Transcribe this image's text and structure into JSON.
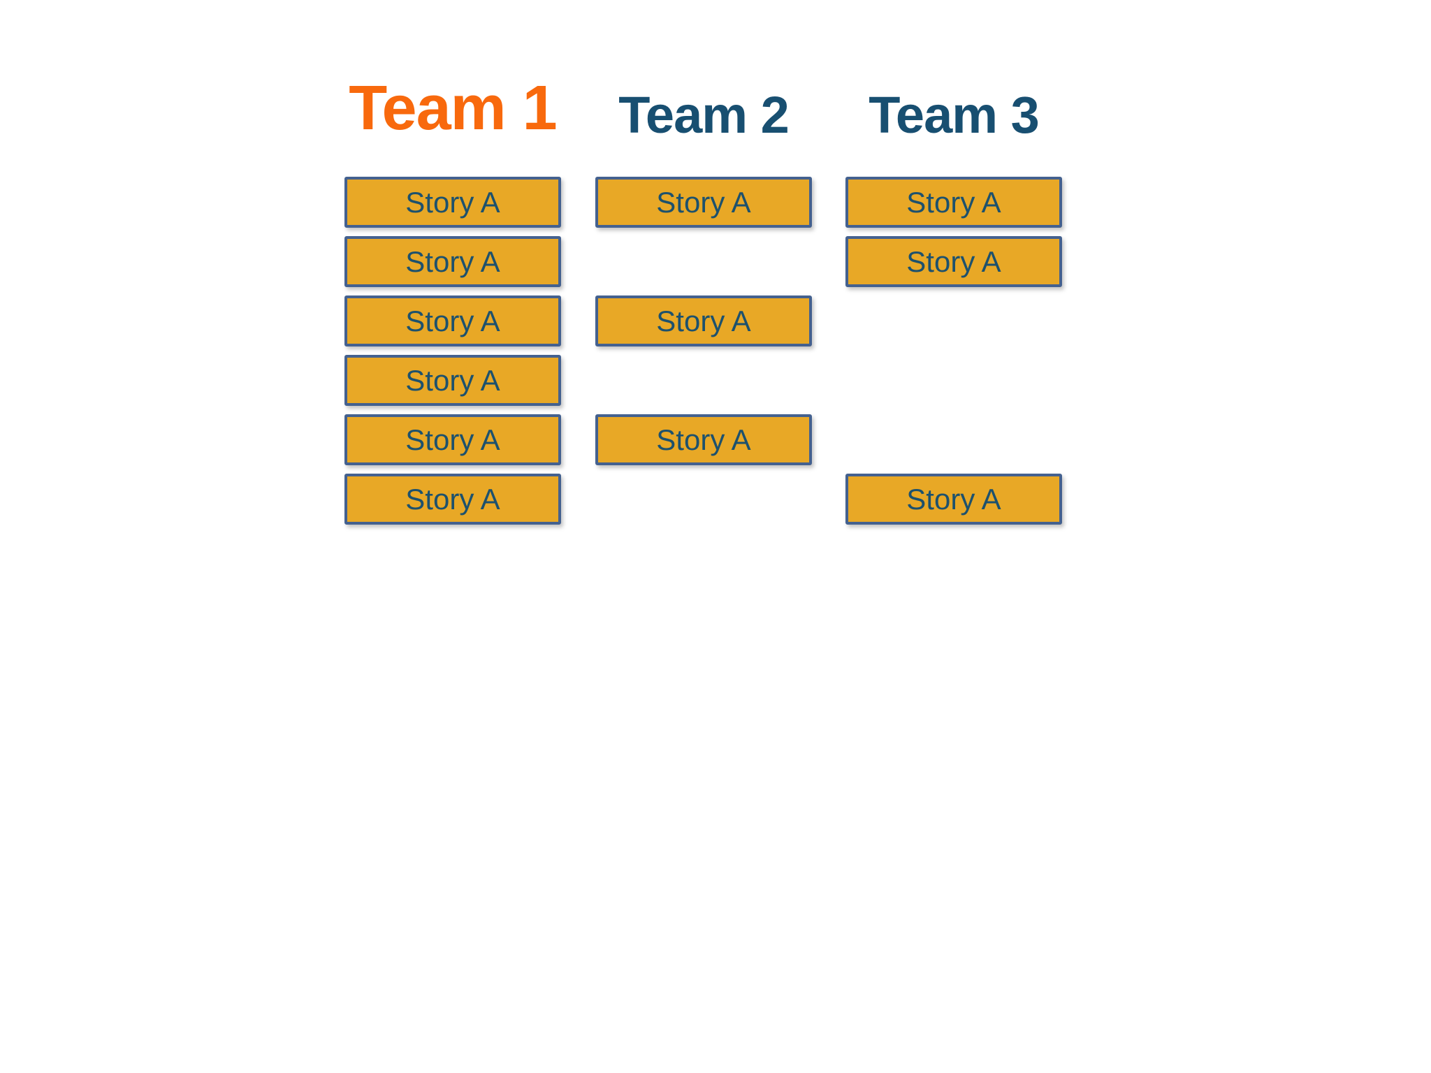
{
  "colors": {
    "team1_accent": "#F8690D",
    "team_heading": "#184F71",
    "card_fill": "#E8A826",
    "card_border": "#44618F",
    "card_text": "#1D516D"
  },
  "teams": [
    {
      "label": "Team 1",
      "highlighted": true,
      "stories": [
        {
          "label": "Story A",
          "row": 1
        },
        {
          "label": "Story A",
          "row": 2
        },
        {
          "label": "Story A",
          "row": 3
        },
        {
          "label": "Story A",
          "row": 4
        },
        {
          "label": "Story A",
          "row": 5
        },
        {
          "label": "Story A",
          "row": 6
        }
      ]
    },
    {
      "label": "Team 2",
      "highlighted": false,
      "stories": [
        {
          "label": "Story A",
          "row": 1
        },
        {
          "label": "Story A",
          "row": 3
        },
        {
          "label": "Story A",
          "row": 5
        }
      ]
    },
    {
      "label": "Team 3",
      "highlighted": false,
      "stories": [
        {
          "label": "Story A",
          "row": 1
        },
        {
          "label": "Story A",
          "row": 2
        },
        {
          "label": "Story A",
          "row": 6
        }
      ]
    }
  ]
}
